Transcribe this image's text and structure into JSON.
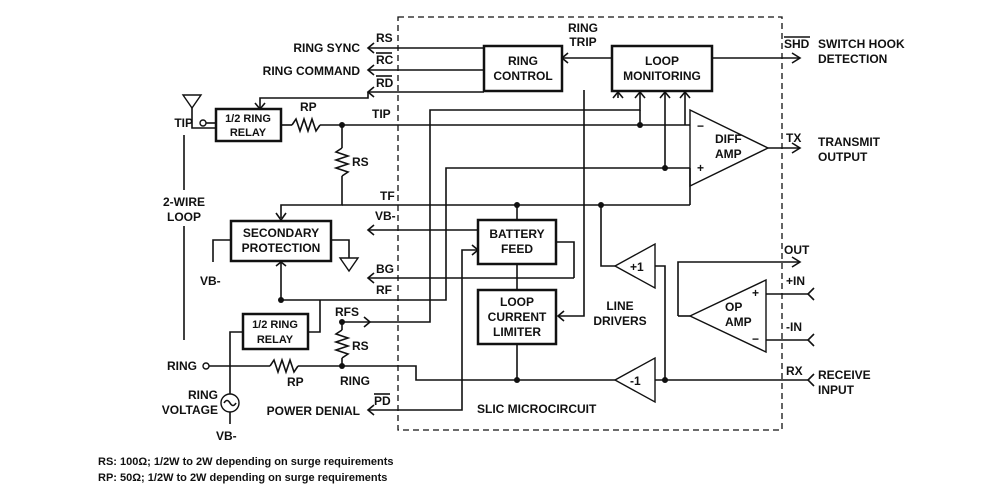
{
  "blocks": {
    "ring_control": [
      "RING",
      "CONTROL"
    ],
    "loop_monitoring": [
      "LOOP",
      "MONITORING"
    ],
    "diff_amp": [
      "DIFF",
      "AMP"
    ],
    "half_ring_relay_top": [
      "1/2 RING",
      "RELAY"
    ],
    "half_ring_relay_bottom": [
      "1/2 RING",
      "RELAY"
    ],
    "secondary_protection": [
      "SECONDARY",
      "PROTECTION"
    ],
    "battery_feed": [
      "BATTERY",
      "FEED"
    ],
    "loop_current_limiter": [
      "LOOP",
      "CURRENT",
      "LIMITER"
    ],
    "op_amp": [
      "OP",
      "AMP"
    ],
    "buffer_plus1": "+1",
    "buffer_minus1": "-1"
  },
  "signals": {
    "ring_sync": "RING SYNC",
    "ring_command": "RING COMMAND",
    "rs": "RS",
    "rc": "RC",
    "rd": "RD",
    "ring_trip": [
      "RING",
      "TRIP"
    ],
    "shd": "SHD",
    "switch_hook": [
      "SWITCH HOOK",
      "DETECTION"
    ],
    "tip": "TIP",
    "tip_pin": "TIP",
    "tx": "TX",
    "transmit": [
      "TRANSMIT",
      "OUTPUT"
    ],
    "tf": "TF",
    "vb_minus": "VB-",
    "bg": "BG",
    "rf": "RF",
    "rfs": "RFS",
    "ring": "RING",
    "ring_pin": "RING",
    "out": "OUT",
    "plus_in": "+IN",
    "minus_in": "-IN",
    "rx": "RX",
    "receive": [
      "RECEIVE",
      "INPUT"
    ],
    "power_denial": "POWER DENIAL",
    "pd": "PD",
    "line_drivers": [
      "LINE",
      "DRIVERS"
    ],
    "slic": "SLIC MICROCIRCUIT",
    "two_wire": [
      "2-WIRE",
      "LOOP"
    ],
    "ring_voltage": [
      "RING",
      "VOLTAGE"
    ],
    "vb_left": "VB-",
    "vb_bottom": "VB-",
    "rp_top": "RP",
    "rp_bottom": "RP",
    "rs_top": "RS",
    "rs_bottom": "RS",
    "minus": "−",
    "plus": "+"
  },
  "notes": [
    "RS: 100Ω; 1/2W to 2W depending on surge requirements",
    "RP: 50Ω; 1/2W to 2W depending on surge requirements"
  ]
}
